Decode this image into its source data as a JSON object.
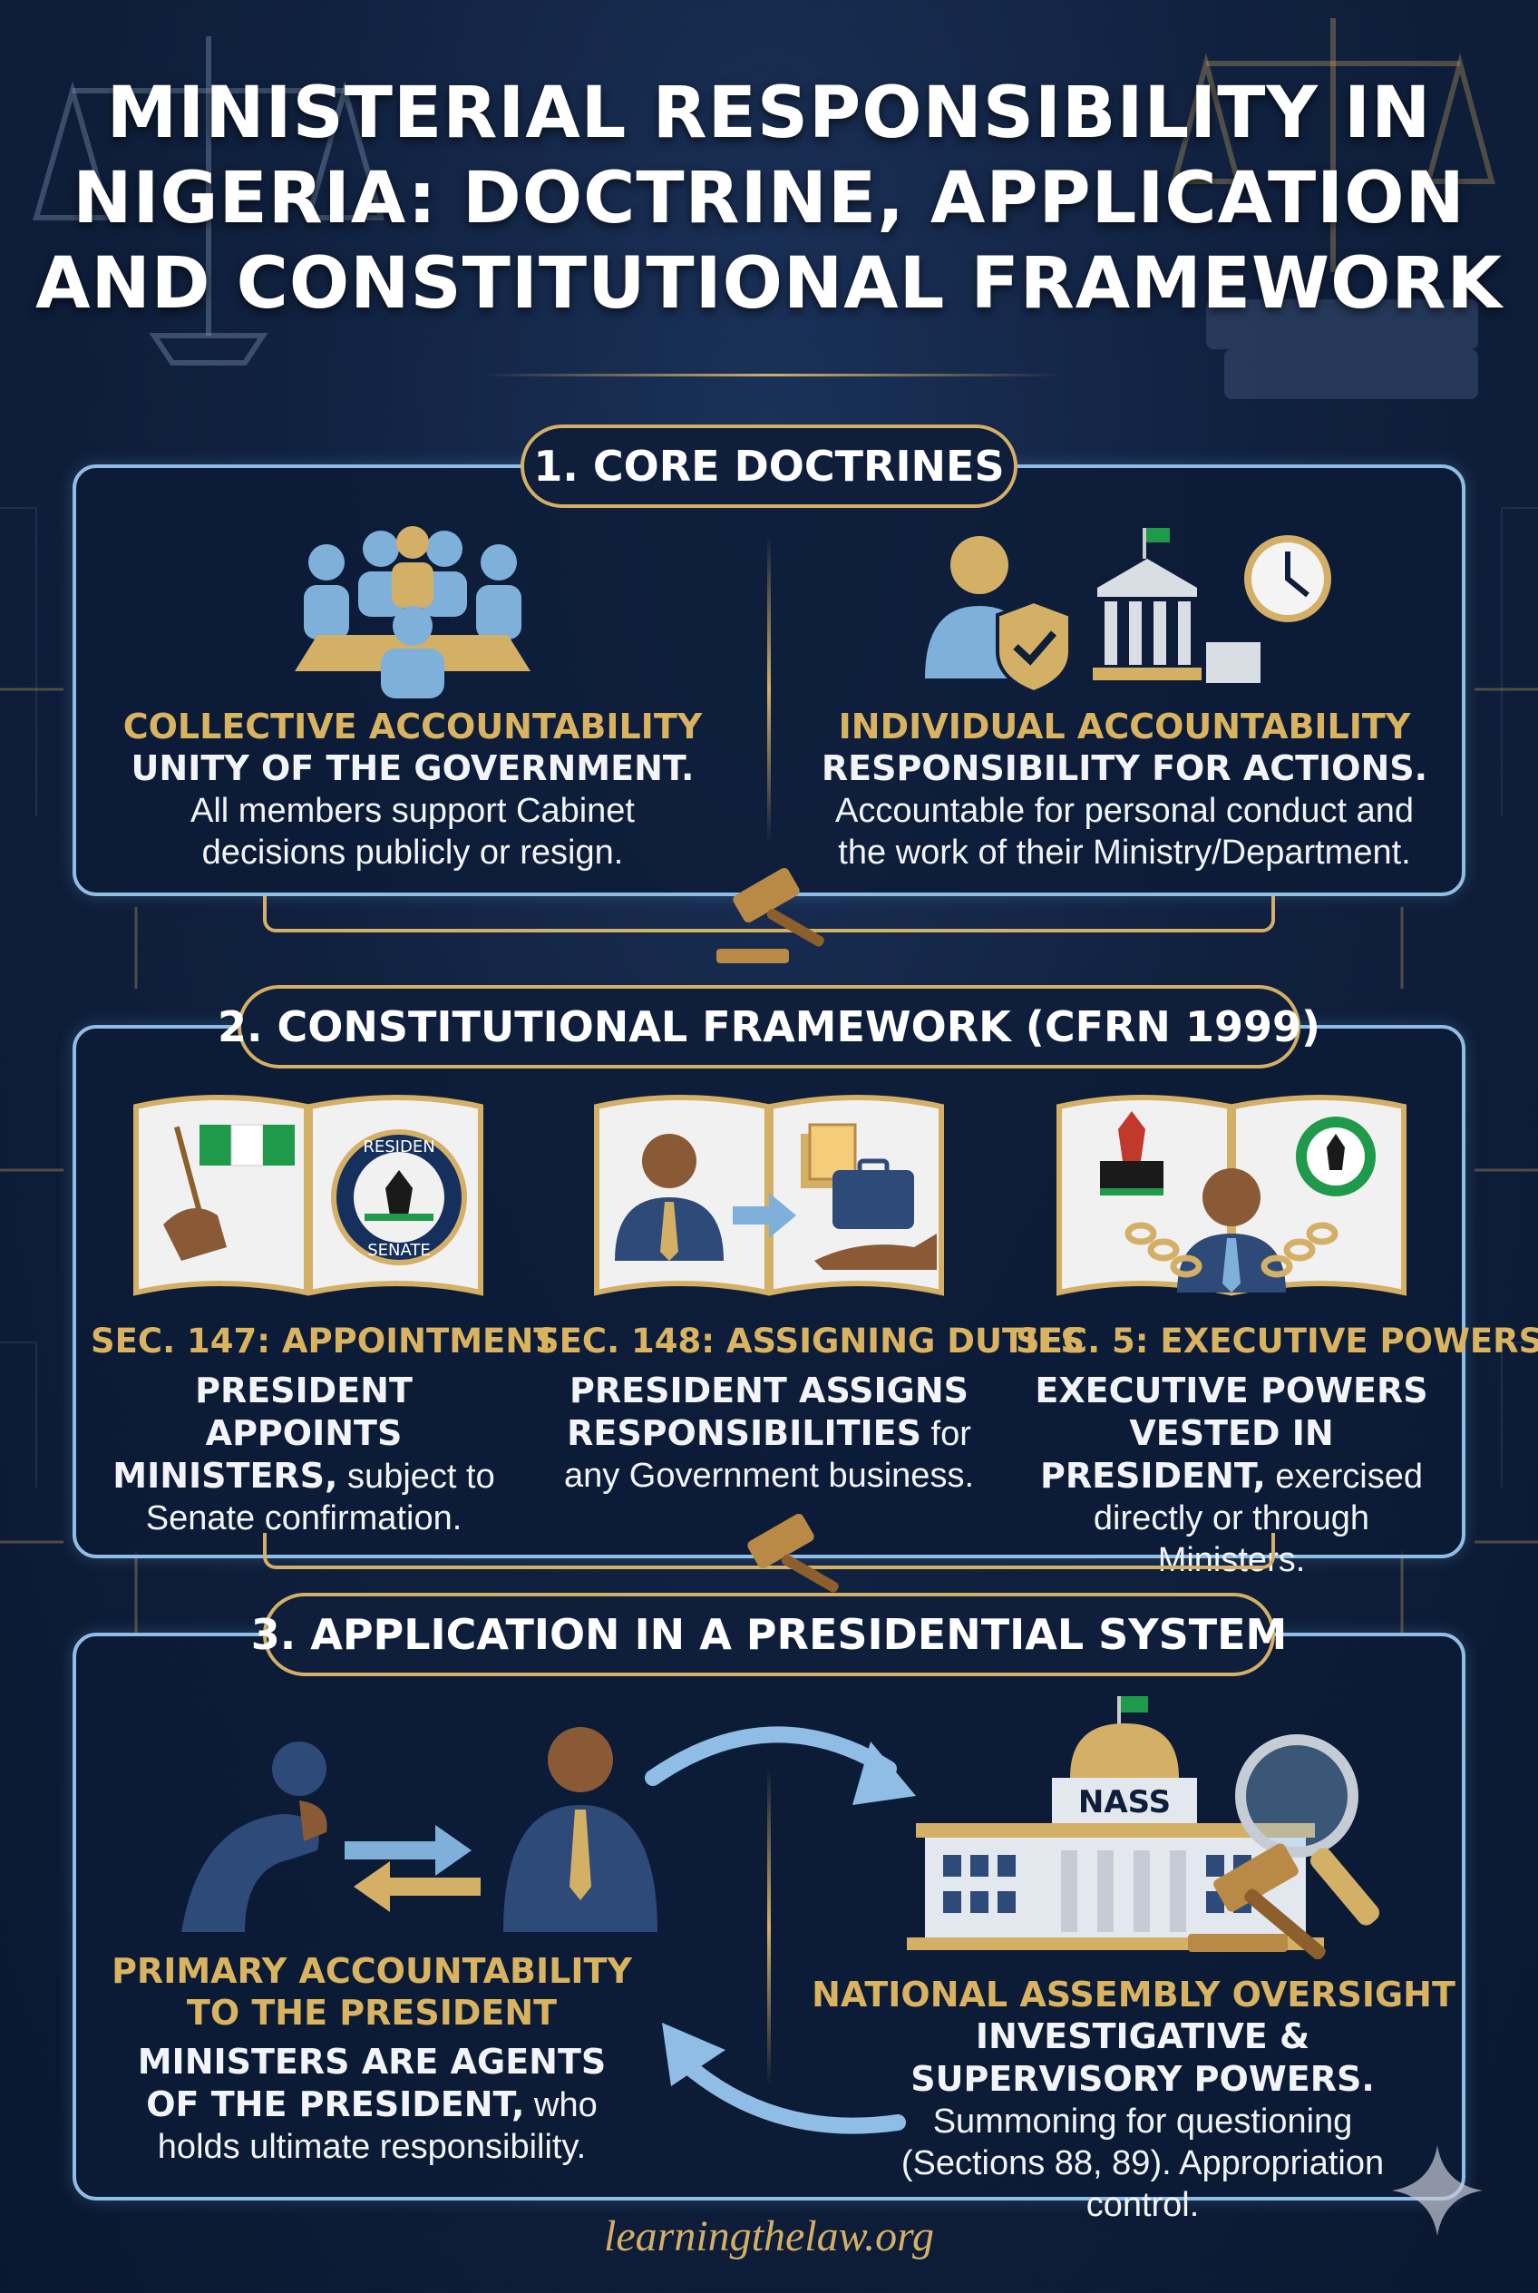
{
  "title_lines": [
    "MINISTERIAL RESPONSIBILITY IN",
    "NIGERIA: DOCTRINE, APPLICATION",
    "AND CONSTITUTIONAL FRAMEWORK"
  ],
  "section1": {
    "pill": "1. CORE DOCTRINES",
    "left": {
      "heading": "COLLECTIVE ACCOUNTABILITY",
      "bold": "UNITY OF THE GOVERNMENT.",
      "text": "All members support Cabinet decisions publicly or resign."
    },
    "right": {
      "heading": "INDIVIDUAL ACCOUNTABILITY",
      "bold": "RESPONSIBILITY FOR ACTIONS.",
      "text": "Accountable for personal conduct and the work of their Ministry/Department."
    }
  },
  "section2": {
    "pill": "2. CONSTITUTIONAL FRAMEWORK (CFRN 1999)",
    "seal_top": "RESIDEN",
    "seal_bottom": "SENATE",
    "cols": [
      {
        "heading": "SEC. 147: APPOINTMENT",
        "bold": "PRESIDENT APPOINTS MINISTERS,",
        "text": " subject to Senate confirmation."
      },
      {
        "heading": "SEC. 148: ASSIGNING DUTIES",
        "bold": "PRESIDENT ASSIGNS RESPONSIBILITIES",
        "text": " for any Government business."
      },
      {
        "heading": "SEC. 5: EXECUTIVE POWERS",
        "bold": "EXECUTIVE POWERS VESTED IN PRESIDENT,",
        "text": " exercised directly or through Ministers."
      }
    ]
  },
  "section3": {
    "pill": "3. APPLICATION IN A PRESIDENTIAL SYSTEM",
    "left": {
      "heading_line1": "PRIMARY ACCOUNTABILITY",
      "heading_line2": "TO THE PRESIDENT",
      "bold": "MINISTERS ARE AGENTS OF THE PRESIDENT,",
      "text": " who holds ultimate responsibility."
    },
    "right": {
      "building_label": "NASS",
      "heading": "NATIONAL ASSEMBLY OVERSIGHT",
      "bold": "INVESTIGATIVE & SUPERVISORY POWERS.",
      "text": " Summoning for questioning (Sections 88, 89). Appropriation control."
    }
  },
  "footer": "learningthelaw.org",
  "colors": {
    "gold": "#d4af66",
    "blue_border": "#8fbde6",
    "navy": "#10213f",
    "icon_blue": "#7fb0d9",
    "flag_green": "#1f9a4a"
  }
}
